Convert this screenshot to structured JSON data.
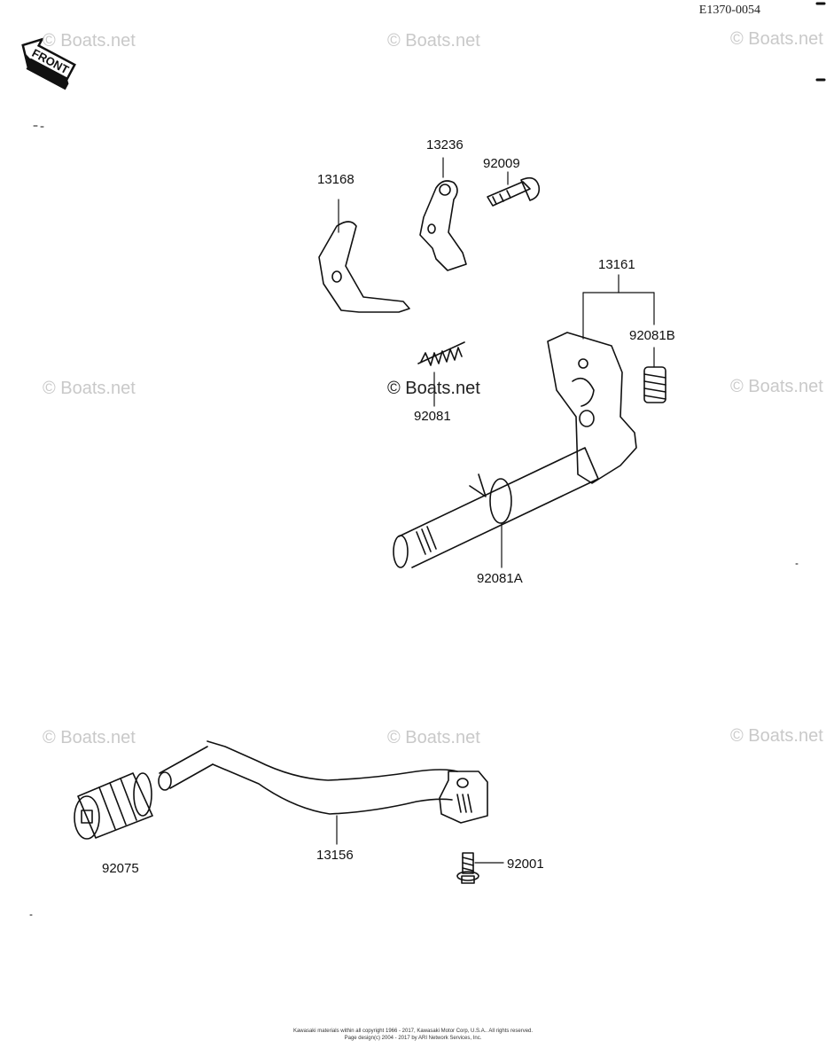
{
  "ref_code": "E1370-0054",
  "front_label": "FRONT",
  "watermark": "© Boats.net",
  "parts": {
    "p13236": "13236",
    "p92009": "92009",
    "p13168": "13168",
    "p13161": "13161",
    "p92081B": "92081B",
    "p92081": "92081",
    "p92081A": "92081A",
    "p92075": "92075",
    "p13156": "13156",
    "p92001": "92001"
  },
  "copyright": {
    "line1": "Kawasaki materials within all copyright 1966 - 2017, Kawasaki Motor Corp, U.S.A.. All rights reserved.",
    "line2": "Page design(c) 2004 - 2017 by ARI Network Services, Inc."
  }
}
